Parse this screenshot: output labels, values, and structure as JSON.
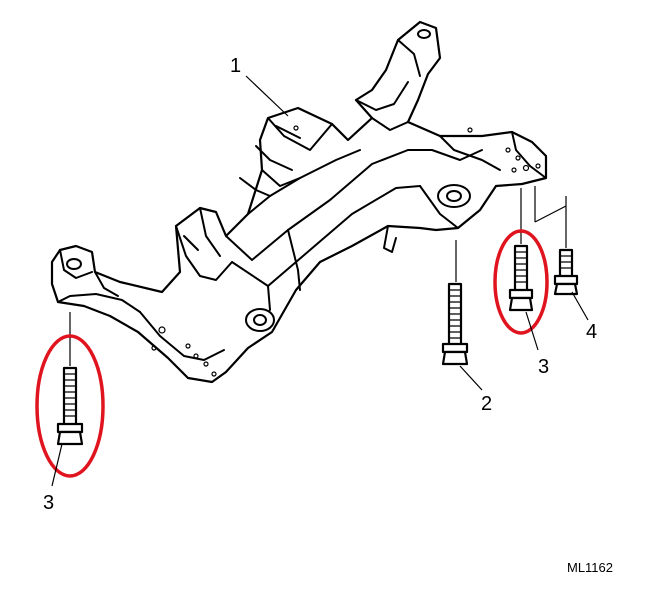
{
  "labels": {
    "subframe": "1",
    "bolt_center": "2",
    "bolt_left": "3",
    "bolt_right": "3",
    "bolt_small": "4"
  },
  "reference_code": "ML1162",
  "colors": {
    "line": "#000000",
    "highlight": "#e0141e",
    "background": "#ffffff"
  }
}
